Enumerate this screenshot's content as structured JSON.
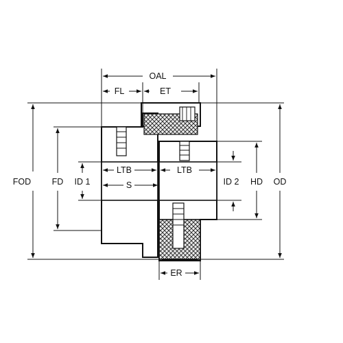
{
  "drawing": {
    "labels": {
      "oal": "OAL",
      "fl": "FL",
      "et": "ET",
      "fod": "FOD",
      "fd": "FD",
      "id1": "ID 1",
      "ltb_left": "LTB",
      "ltb_right": "LTB",
      "s": "S",
      "id2": "ID 2",
      "hd": "HD",
      "od": "OD",
      "er": "ER"
    }
  }
}
